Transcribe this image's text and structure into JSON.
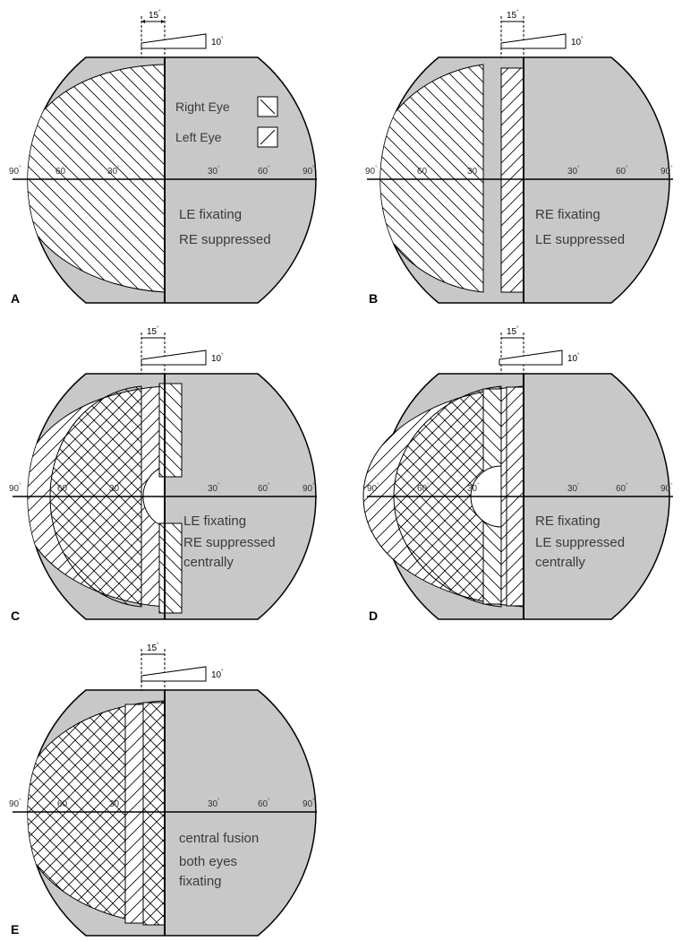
{
  "colors": {
    "field_fill": "#c8c8c8",
    "line": "#000000",
    "text": "#3a3a3a"
  },
  "legend": {
    "right_eye_label": "Right Eye",
    "left_eye_label": "Left Eye",
    "right_eye_hatch": "backslash-hatch",
    "left_eye_hatch": "slash-hatch"
  },
  "common": {
    "measure_label": "15",
    "prism_label": "10",
    "degree_symbol": "°",
    "left_ticks": [
      "90",
      "60",
      "30"
    ],
    "right_ticks": [
      "30",
      "60",
      "90"
    ]
  },
  "panels": [
    {
      "letter": "A",
      "caption": [
        "LE fixating",
        "RE suppressed"
      ]
    },
    {
      "letter": "B",
      "caption": [
        "RE fixating",
        "LE suppressed"
      ]
    },
    {
      "letter": "C",
      "caption": [
        "LE fixating",
        "RE suppressed",
        "centrally"
      ]
    },
    {
      "letter": "D",
      "caption": [
        "RE fixating",
        "LE suppressed",
        "centrally"
      ]
    },
    {
      "letter": "E",
      "caption": [
        "central fusion",
        "both eyes",
        "fixating"
      ]
    }
  ]
}
